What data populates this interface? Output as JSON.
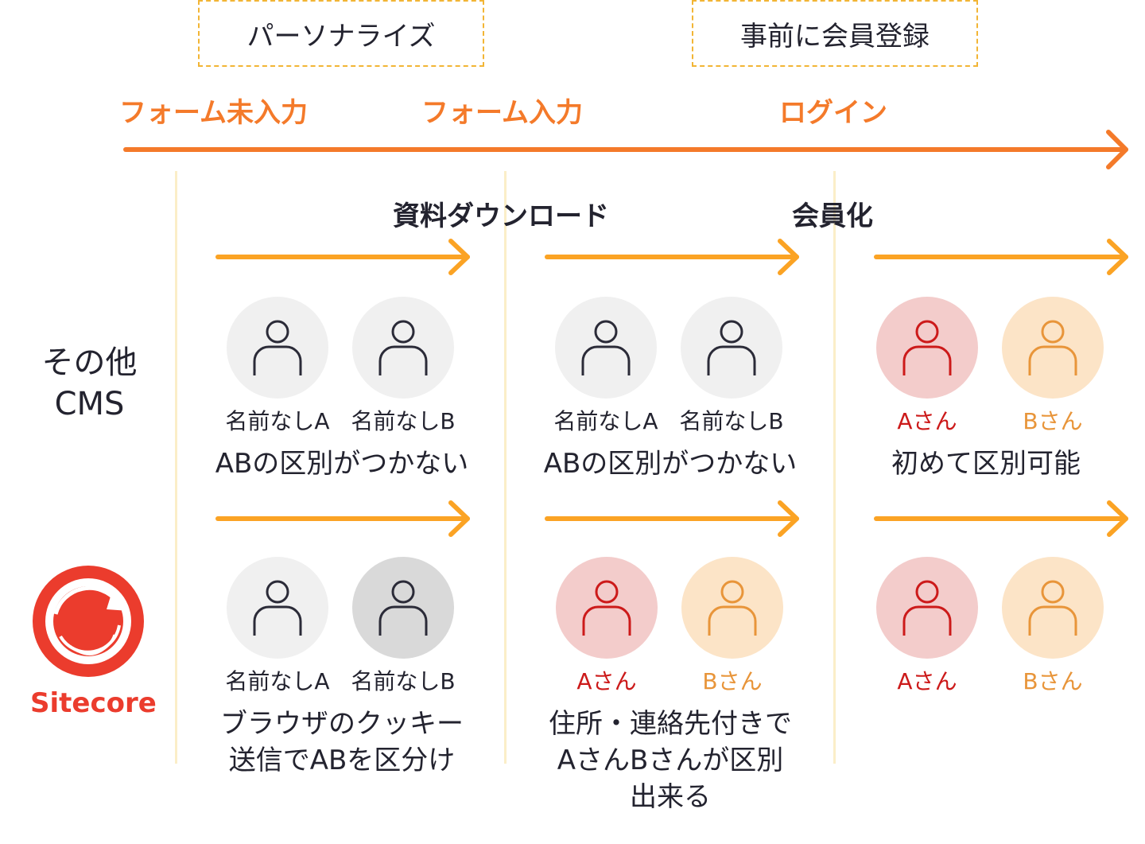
{
  "top_boxes": [
    "パーソナライズ",
    "事前に会員登録"
  ],
  "stages": [
    "フォーム未入力",
    "フォーム入力",
    "ログイン"
  ],
  "columns": [
    "資料ダウンロード",
    "会員化"
  ],
  "rows": {
    "other": {
      "line1": "その他",
      "line2": "CMS"
    },
    "sitecore": {
      "brand": "Sitecore"
    }
  },
  "labels": {
    "anonA": "名前なしA",
    "anonB": "名前なしB",
    "A": "Aさん",
    "B": "Bさん"
  },
  "captions": {
    "other_1": "ABの区別がつかない",
    "other_2": "ABの区別がつかない",
    "other_3": "初めて区別可能",
    "sitecore_1": [
      "ブラウザのクッキー",
      "送信でABを区分け"
    ],
    "sitecore_2": [
      "住所・連絡先付きで",
      "AさんBさんが区別",
      "出来る"
    ]
  },
  "colors": {
    "timeline": "#f47a2a",
    "arrow": "#fba324",
    "dash": "#f2b535",
    "red": "#cc1a1a",
    "orange": "#e8953a",
    "sitecore": "#eb3c2d"
  },
  "icons": {
    "person": "person-outline-icon",
    "logo": "sitecore-logo-icon",
    "arrow": "arrow-right-icon"
  }
}
